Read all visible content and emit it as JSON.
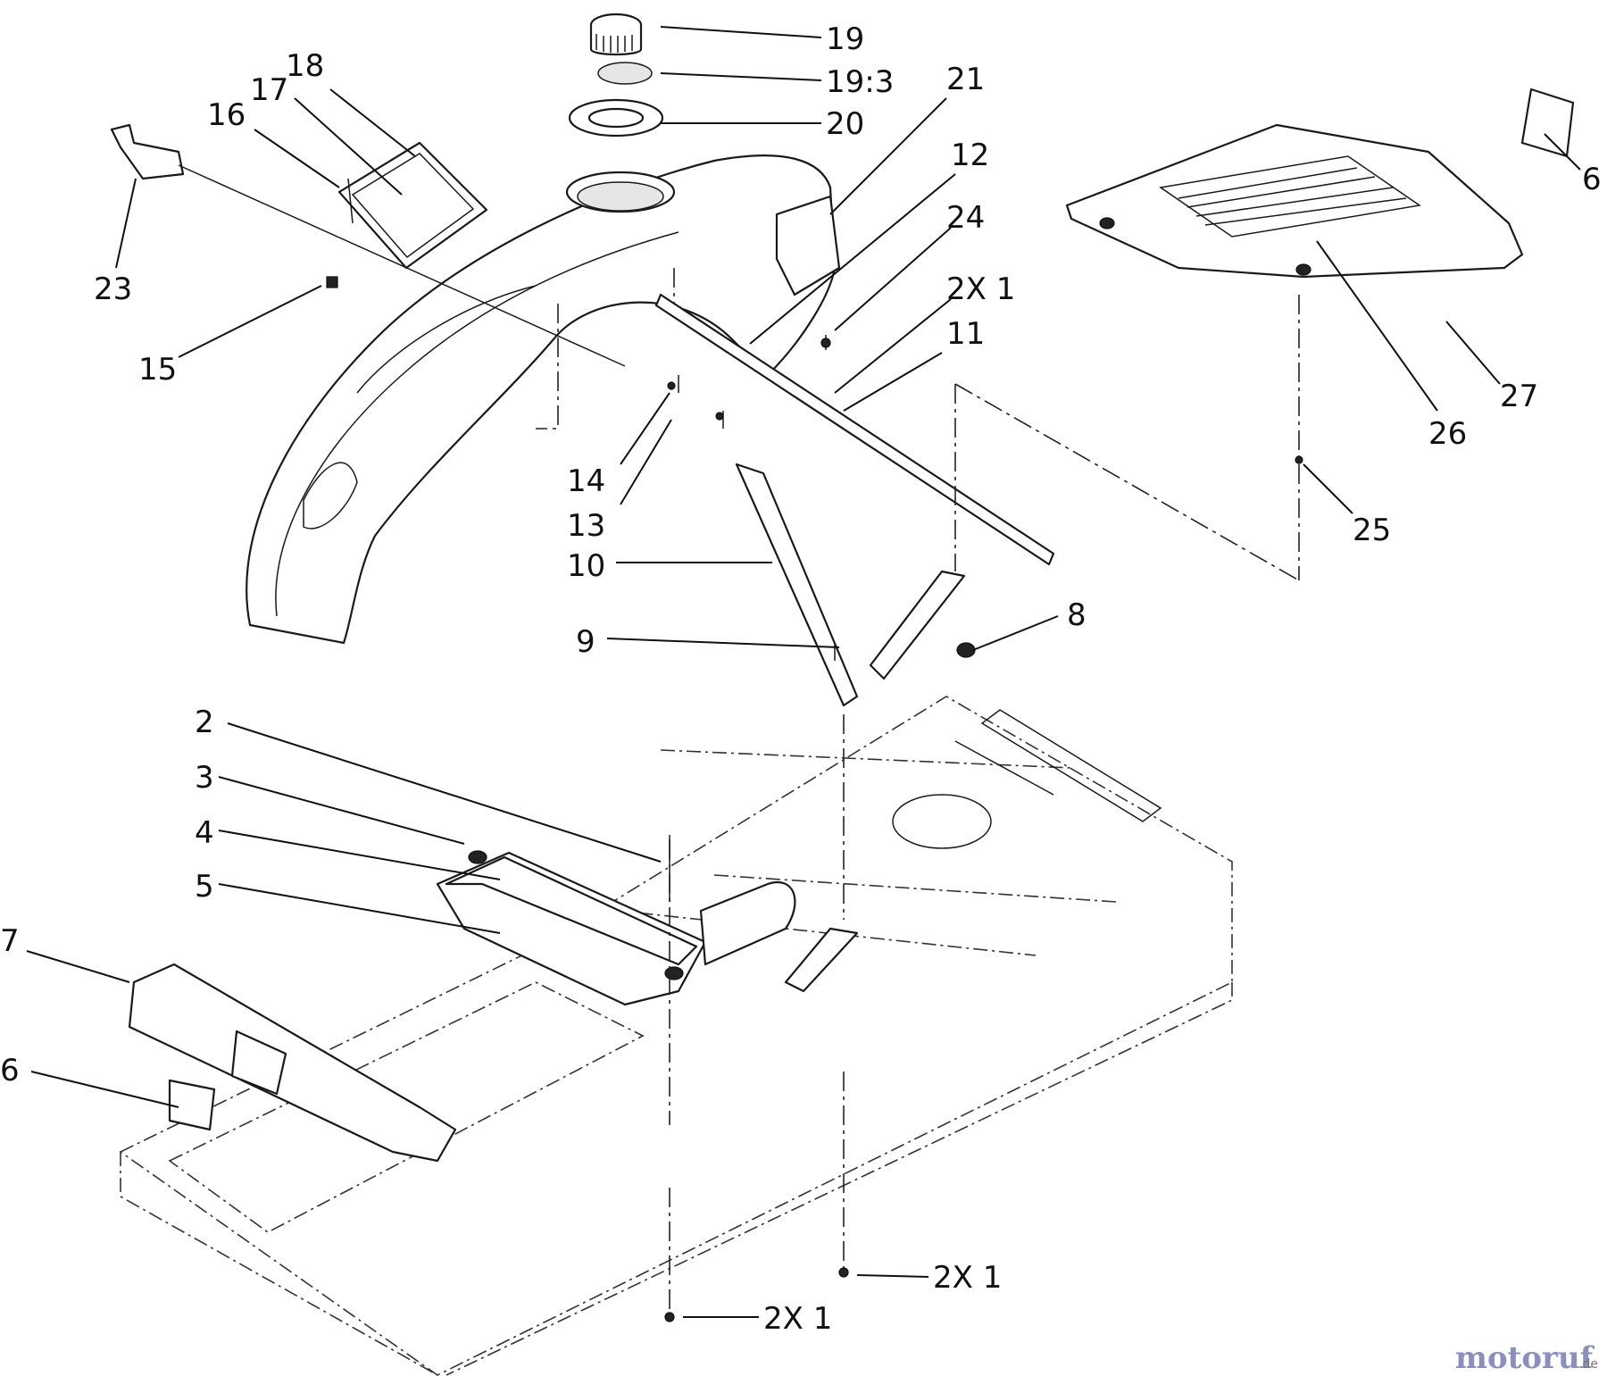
{
  "callouts": {
    "c2": "2",
    "c3": "3",
    "c4": "4",
    "c5": "5",
    "c6a": "6",
    "c6b": "6",
    "c7": "7",
    "c8": "8",
    "c9": "9",
    "c10": "10",
    "c11": "11",
    "c12": "12",
    "c13": "13",
    "c14": "14",
    "c15": "15",
    "c16": "16",
    "c17": "17",
    "c18": "18",
    "c19": "19",
    "c19_3": "19:3",
    "c20": "20",
    "c21": "21",
    "c23": "23",
    "c24": "24",
    "c25": "25",
    "c26": "26",
    "c27": "27",
    "c2x1a": "2X 1",
    "c2x1b": "2X 1",
    "c2x1c": "2X 1"
  },
  "watermark": {
    "part_a": "motoruf",
    "part_b": ".de"
  },
  "colors": {
    "line": "#111111",
    "background": "#ffffff",
    "watermark_a": "#8a8fbf",
    "watermark_b": "#e0962e"
  }
}
